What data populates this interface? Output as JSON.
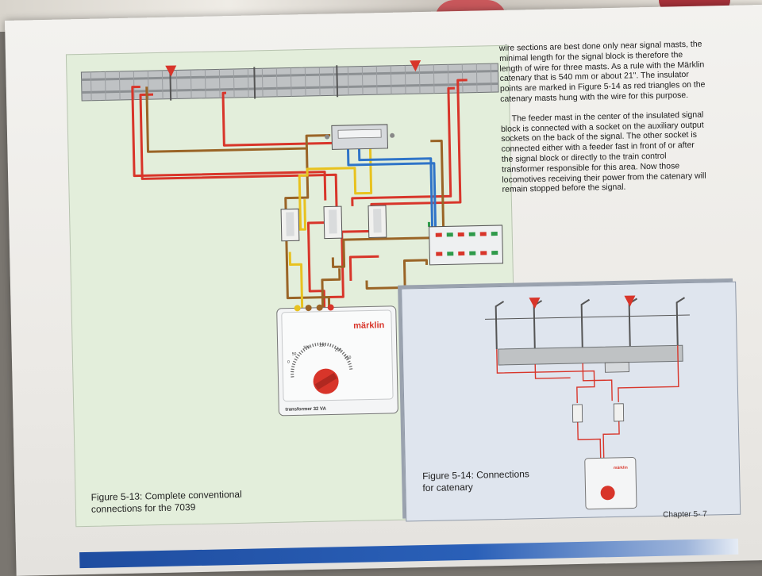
{
  "figure13": {
    "caption_line1": "Figure 5-13: Complete conventional",
    "caption_line2": "connections for the 7039",
    "brand": "märklin",
    "transformer_label": "transformer 32 VA",
    "dial_ticks": [
      "0",
      "50",
      "100",
      "150",
      "200",
      "250"
    ]
  },
  "text": {
    "paragraph1": "wire sections are best done only near signal masts, the minimal length for the signal block is therefore the length of wire for three masts. As a rule with the Märklin catenary that is 540 mm or about 21\". The insulator points are marked in Figure 5-14 as red triangles on the catenary masts hung with the wire for this purpose.",
    "paragraph2": "The feeder mast in the center of the insulated signal block is connected with a socket on the auxiliary output sockets on the back of the signal. The other socket is connected either with a feeder fast in front of or after the signal block or directly to the train control transformer responsible for this area. Now those locomotives receiving their power from the catenary will remain stopped before the signal."
  },
  "figure14": {
    "caption_line1": "Figure 5-14: Connections",
    "caption_line2": "for catenary",
    "brand": "märklin"
  },
  "footer": {
    "chapter": "Chapter 5- 7"
  },
  "colors": {
    "figure13_bg": "#e3eedb",
    "figure14_bg": "#dfe5ee",
    "wire_red": "#d8352a",
    "wire_brown": "#9a6426",
    "wire_yellow": "#e8c21f",
    "wire_blue": "#2f74c8",
    "wire_green": "#2e9a4a",
    "footer_bar": "#2a60b8"
  }
}
